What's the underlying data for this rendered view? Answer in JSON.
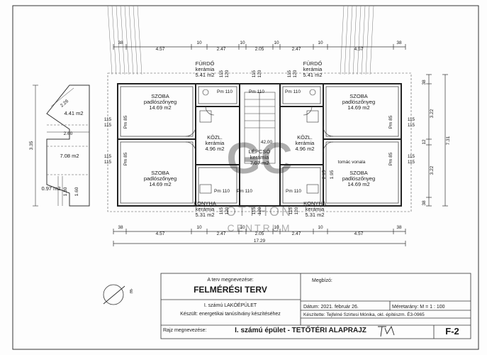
{
  "rooms": {
    "furdo_l": {
      "name": "FÜRDŐ",
      "floor": "kerámia",
      "area": "5.41 m2"
    },
    "furdo_r": {
      "name": "FÜRDŐ",
      "floor": "kerámia",
      "area": "5.41 m2"
    },
    "szoba_tl": {
      "name": "SZOBA",
      "floor": "padlószőnyeg",
      "area": "14.69 m2"
    },
    "szoba_tr": {
      "name": "SZOBA",
      "floor": "padlószőnyeg",
      "area": "14.69 m2"
    },
    "szoba_bl": {
      "name": "SZOBA",
      "floor": "padlószőnyeg",
      "area": "14.69 m2"
    },
    "szoba_br": {
      "name": "SZOBA",
      "floor": "padlószőnyeg",
      "area": "14.69 m2"
    },
    "kozl_l": {
      "name": "KÖZL.",
      "floor": "kerámia",
      "area": "4.96 m2"
    },
    "kozl_r": {
      "name": "KÖZL.",
      "floor": "kerámia",
      "area": "4.96 m2"
    },
    "lepcso": {
      "name": "LÉPCSŐ",
      "floor": "kerámia",
      "area": "7.07 m2"
    },
    "konyha_l": {
      "name": "KONYHA",
      "floor": "kerámia",
      "area": "5.31 m2"
    },
    "konyha_r": {
      "name": "KONYHA",
      "floor": "kerámia",
      "area": "5.31 m2"
    },
    "side_a": "4.41 m2",
    "side_b": "7.08 m2",
    "side_c": "0.97 m2"
  },
  "labels": {
    "pm110": "Pm 110",
    "pm85": "Pm 85",
    "tomac": "tomác vonala",
    "stair_val": "42,00"
  },
  "dims": {
    "top": [
      "38",
      "4.57",
      "10",
      "2.47",
      "10",
      "2.05",
      "10",
      "2.47",
      "10",
      "4.57",
      "38"
    ],
    "bottom": [
      "38",
      "4.57",
      "10",
      "2.47",
      "10",
      "2.05",
      "10",
      "2.47",
      "10",
      "4.57",
      "38"
    ],
    "total": "17.29",
    "right": [
      "38",
      "3.22",
      "12",
      "3.22",
      "38"
    ],
    "right_total": "7.31",
    "left_side": [
      "2.26",
      "3.35",
      "2.60",
      "1.30",
      "1.60"
    ],
    "wall115": "115",
    "wall120": "120",
    "inner_215": "2.15",
    "inner_195": "1.95"
  },
  "watermark": {
    "logo": "GC",
    "line1": "OTTHON",
    "line2": "CENTRUM"
  },
  "title_block": {
    "name_label": "A terv megnevezése:",
    "name": "FELMÉRÉSI TERV",
    "client_label": "Megbízó:",
    "subject": "I. számú LAKÓÉPÜLET",
    "purpose": "Készült: energetikai tanúsítvány készítéséhez",
    "date": "Dátum: 2021. február 26.",
    "scale": "Méretarány: M = 1 : 100",
    "author": "Készítette: Tejfelné Szirtesi Mónika, okl. építészm. É3-0965",
    "drawing_label": "Rajz megnevezése:",
    "drawing": "I. számú épület - TETŐTÉRI ALAPRAJZ",
    "sheet": "F-2",
    "north": "É"
  }
}
